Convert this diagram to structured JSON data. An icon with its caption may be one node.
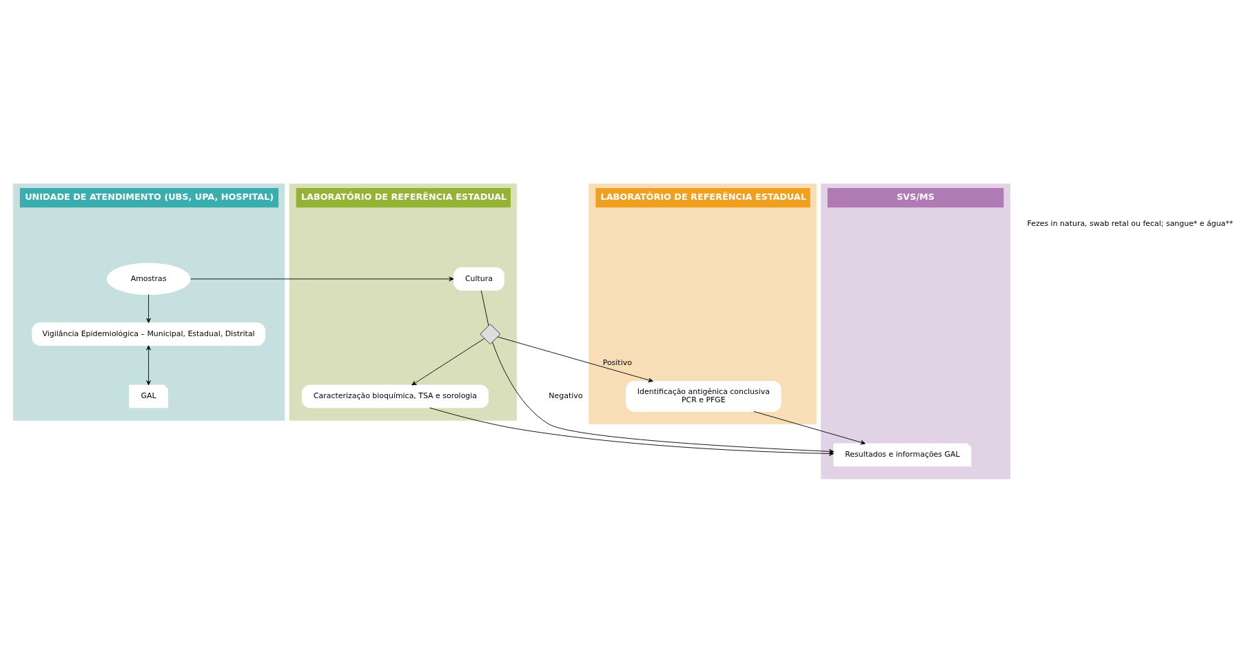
{
  "diagram": {
    "nodes": [
      {
        "text": [
          "UNIDADE DE ATENDIMENTO (UBS, UPA, HOSPITAL)"
        ]
      },
      {
        "text": [
          "LABORATÓRIO DE REFERÊNCIA ESTADUAL"
        ]
      },
      {
        "text": [
          "LABORATÓRIO DE REFERÊNCIA ESTADUAL"
        ]
      },
      {
        "text": [
          "SVS/MS"
        ]
      },
      {
        "text": [
          "Amostras"
        ],
        "in": 0
      },
      {
        "text": [
          "Vigilância Epidemiológica – Municipal, Estadual, Distrital"
        ],
        "in": 0
      },
      {
        "text": [
          "GAL"
        ],
        "in": 0
      },
      {
        "text": [
          "Cultura"
        ],
        "in": 1
      },
      {
        "text": [],
        "shape": "diamond",
        "in": 1
      },
      {
        "text": [
          "Caracterização bioquímica, TSA e sorologia"
        ],
        "in": 1
      },
      {
        "text": [
          "Identificação antigênica conclusiva",
          "PCR e PFGE"
        ],
        "in": 2
      },
      {
        "text": [
          "Resultados e informações GAL"
        ],
        "in": 3
      }
    ],
    "edges": [
      {
        "from": 4,
        "to": 7,
        "arrow": "to"
      },
      {
        "from": 4,
        "to": 5,
        "arrow": "to"
      },
      {
        "from": 5,
        "to": 6,
        "arrow": "both"
      },
      {
        "from": 7,
        "to": 8,
        "arrow": "none"
      },
      {
        "from": 8,
        "to": 9,
        "arrow": "to"
      },
      {
        "from": 8,
        "to": 10,
        "arrow": "to",
        "label": "Positivo"
      },
      {
        "from": 8,
        "to": 11,
        "arrow": "to",
        "label": "Negativo"
      },
      {
        "from": 9,
        "to": 11,
        "arrow": "to"
      },
      {
        "from": 10,
        "to": 11,
        "arrow": "to"
      }
    ],
    "labels": [
      "Fezes in natura, swab retal ou fecal; sangue* e água**"
    ]
  }
}
